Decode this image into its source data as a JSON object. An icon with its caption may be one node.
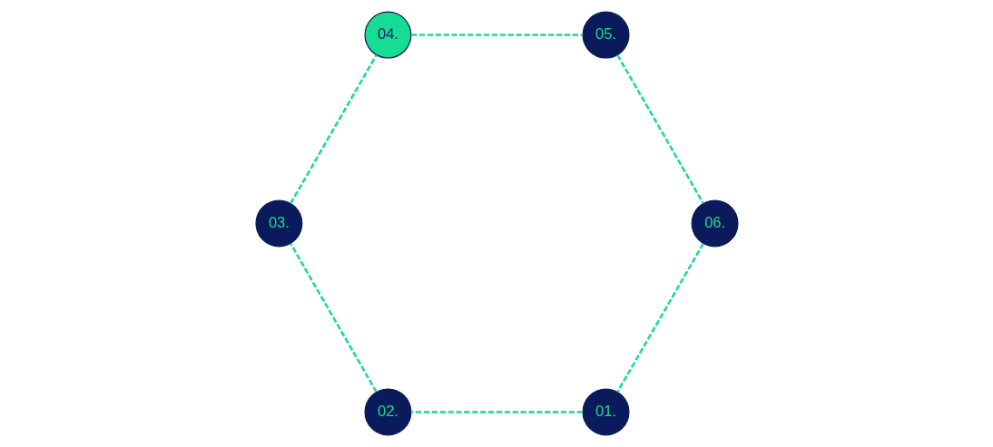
{
  "diagram": {
    "nodes": [
      {
        "text": [
          "01."
        ]
      },
      {
        "text": [
          "02."
        ]
      },
      {
        "text": [
          "03."
        ]
      },
      {
        "text": [
          "04."
        ]
      },
      {
        "text": [
          "05."
        ]
      },
      {
        "text": [
          "06."
        ]
      }
    ],
    "edges": [
      {
        "from": 0,
        "to": 1,
        "arrow": "none",
        "style": "dashed"
      },
      {
        "from": 1,
        "to": 2,
        "arrow": "none",
        "style": "dashed"
      },
      {
        "from": 2,
        "to": 3,
        "arrow": "none",
        "style": "dashed"
      },
      {
        "from": 3,
        "to": 4,
        "arrow": "none",
        "style": "dashed"
      },
      {
        "from": 4,
        "to": 5,
        "arrow": "none",
        "style": "dashed"
      },
      {
        "from": 5,
        "to": 0,
        "arrow": "none",
        "style": "dashed"
      }
    ]
  }
}
